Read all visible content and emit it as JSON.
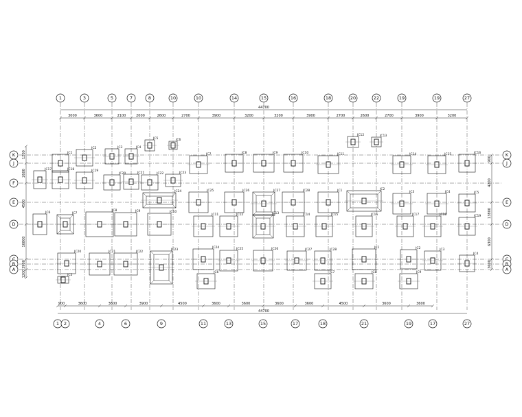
{
  "title": "",
  "top_axes": [
    "1",
    "3",
    "5",
    "7",
    "8",
    "10",
    "10",
    "14",
    "15",
    "16",
    "18",
    "20",
    "22",
    "19",
    "19",
    "27"
  ],
  "bottom_axes": [
    "1",
    "2",
    "4",
    "6",
    "9",
    "11",
    "13",
    "15",
    "17",
    "18",
    "21",
    "19",
    "17",
    "27"
  ],
  "left_axes": [
    "K",
    "J",
    "F",
    "E",
    "D",
    "C",
    "B",
    "A"
  ],
  "right_axes": [
    "K",
    "J",
    "E",
    "D",
    "C",
    "B",
    "A"
  ],
  "top_total": "44700",
  "bottom_total": "44700",
  "top_dims": [
    "3000",
    "3600",
    "2100",
    "2000",
    "2600",
    "2700",
    "3900",
    "3200",
    "3200",
    "3900",
    "2700",
    "2600",
    "2700",
    "3900",
    "3200"
  ],
  "bottom_dims": [
    "900",
    "3600",
    "3600",
    "3900",
    "4500",
    "3600",
    "3600",
    "3600",
    "3600",
    "4500",
    "3600",
    "3600"
  ],
  "left_dims": [
    "1200",
    "2600",
    "4500",
    "10800",
    "3900",
    "1200"
  ],
  "right_dims": [
    "900",
    "4200",
    "13800",
    "6300",
    "3600"
  ],
  "footing_labels": [
    "JC1",
    "JC2",
    "JC3",
    "JC4",
    "JC5",
    "JC6",
    "JC7",
    "JC8",
    "JC9",
    "JC10",
    "JC11",
    "JC12",
    "JC13",
    "JC14",
    "JC15",
    "JC16",
    "JC17",
    "JC18",
    "JC19",
    "JC20",
    "JC21",
    "JC22",
    "JC23",
    "JC24",
    "JC25",
    "JC26",
    "JC27",
    "JC28"
  ]
}
